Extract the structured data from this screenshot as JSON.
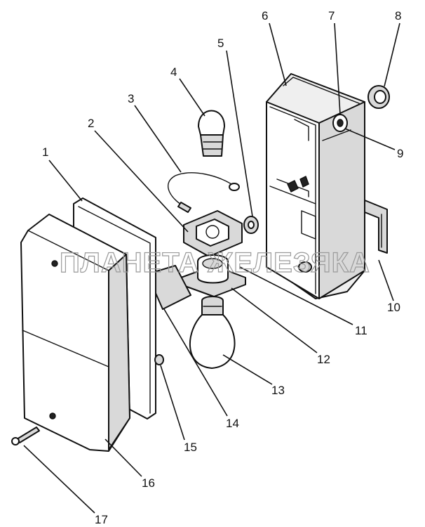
{
  "watermark": "ПЛАНЕТА ЖЕЛЕЗЯКА",
  "callouts": [
    "1",
    "2",
    "3",
    "4",
    "5",
    "6",
    "7",
    "8",
    "9",
    "10",
    "11",
    "12",
    "13",
    "14",
    "15",
    "16",
    "17"
  ],
  "parts": {
    "lens": "lens-housing",
    "gasket": "lens-gasket",
    "body": "lamp-body",
    "bulb_small": "small-bulb",
    "bulb_large": "large-bulb"
  }
}
